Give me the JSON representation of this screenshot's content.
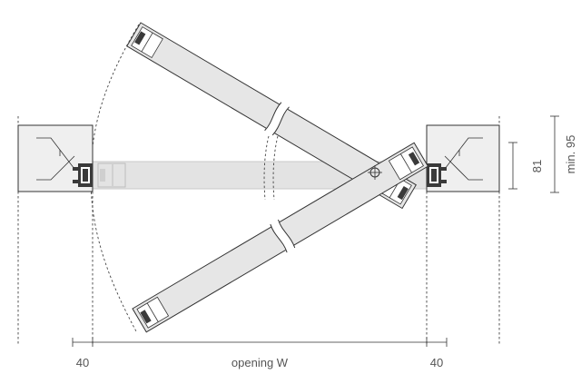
{
  "labels": {
    "left_depth": "40",
    "opening": "opening W",
    "right_depth": "40",
    "panel_thickness": "81",
    "min_depth": "min. 95"
  },
  "colors": {
    "panel_fill": "#e6e6e6",
    "ghost_fill": "#e3e3e3",
    "wall_fill": "#efefef",
    "line": "#333333",
    "text": "#555555"
  },
  "icons": [
    "pivot-crosshair-icon",
    "seal-profile-icon",
    "break-mark-icon"
  ]
}
